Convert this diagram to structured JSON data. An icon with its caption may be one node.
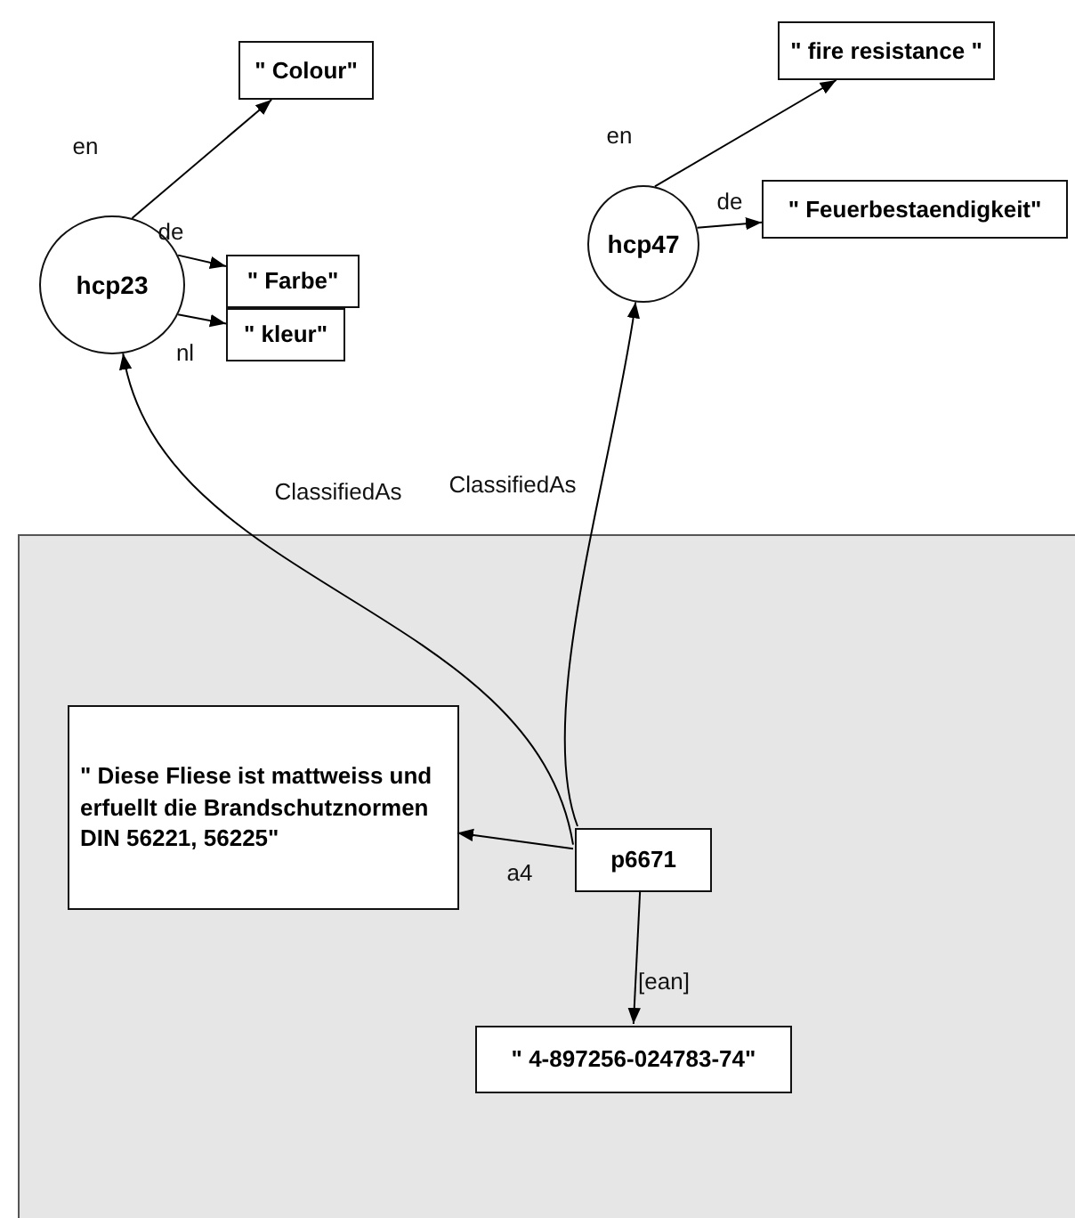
{
  "diagram": {
    "nodes": [
      {
        "text": [],
        "shape": "box"
      },
      {
        "text": [
          "hcp23"
        ]
      },
      {
        "text": [
          "\" Colour\""
        ]
      },
      {
        "text": [
          "\" Farbe\""
        ]
      },
      {
        "text": [
          "\" kleur\""
        ]
      },
      {
        "text": [
          "hcp47"
        ]
      },
      {
        "text": [
          "\" fire resistance \""
        ]
      },
      {
        "text": [
          "\" Feuerbestaendigkeit\""
        ]
      },
      {
        "text": [
          "\" Diese Fliese ist mattweiss und erfuellt die Brandschutznormen DIN 56221, 56225\""
        ],
        "in": 0
      },
      {
        "text": [
          "p6671"
        ],
        "in": 0
      },
      {
        "text": [
          "\" 4-897256-024783-74\""
        ],
        "in": 0
      }
    ],
    "edges": [
      {
        "from": 1,
        "to": 2,
        "arrow": "to",
        "label": "en"
      },
      {
        "from": 1,
        "to": 3,
        "arrow": "to",
        "label": "de"
      },
      {
        "from": 1,
        "to": 4,
        "arrow": "to",
        "label": "nl"
      },
      {
        "from": 5,
        "to": 6,
        "arrow": "to",
        "label": "en"
      },
      {
        "from": 5,
        "to": 7,
        "arrow": "to",
        "label": "de"
      },
      {
        "from": 9,
        "to": 1,
        "arrow": "to",
        "label": "ClassifiedAs"
      },
      {
        "from": 9,
        "to": 5,
        "arrow": "to",
        "label": "ClassifiedAs"
      },
      {
        "from": 9,
        "to": 8,
        "arrow": "to",
        "label": "a4"
      },
      {
        "from": 9,
        "to": 10,
        "arrow": "to",
        "label": "[ean]"
      }
    ]
  }
}
